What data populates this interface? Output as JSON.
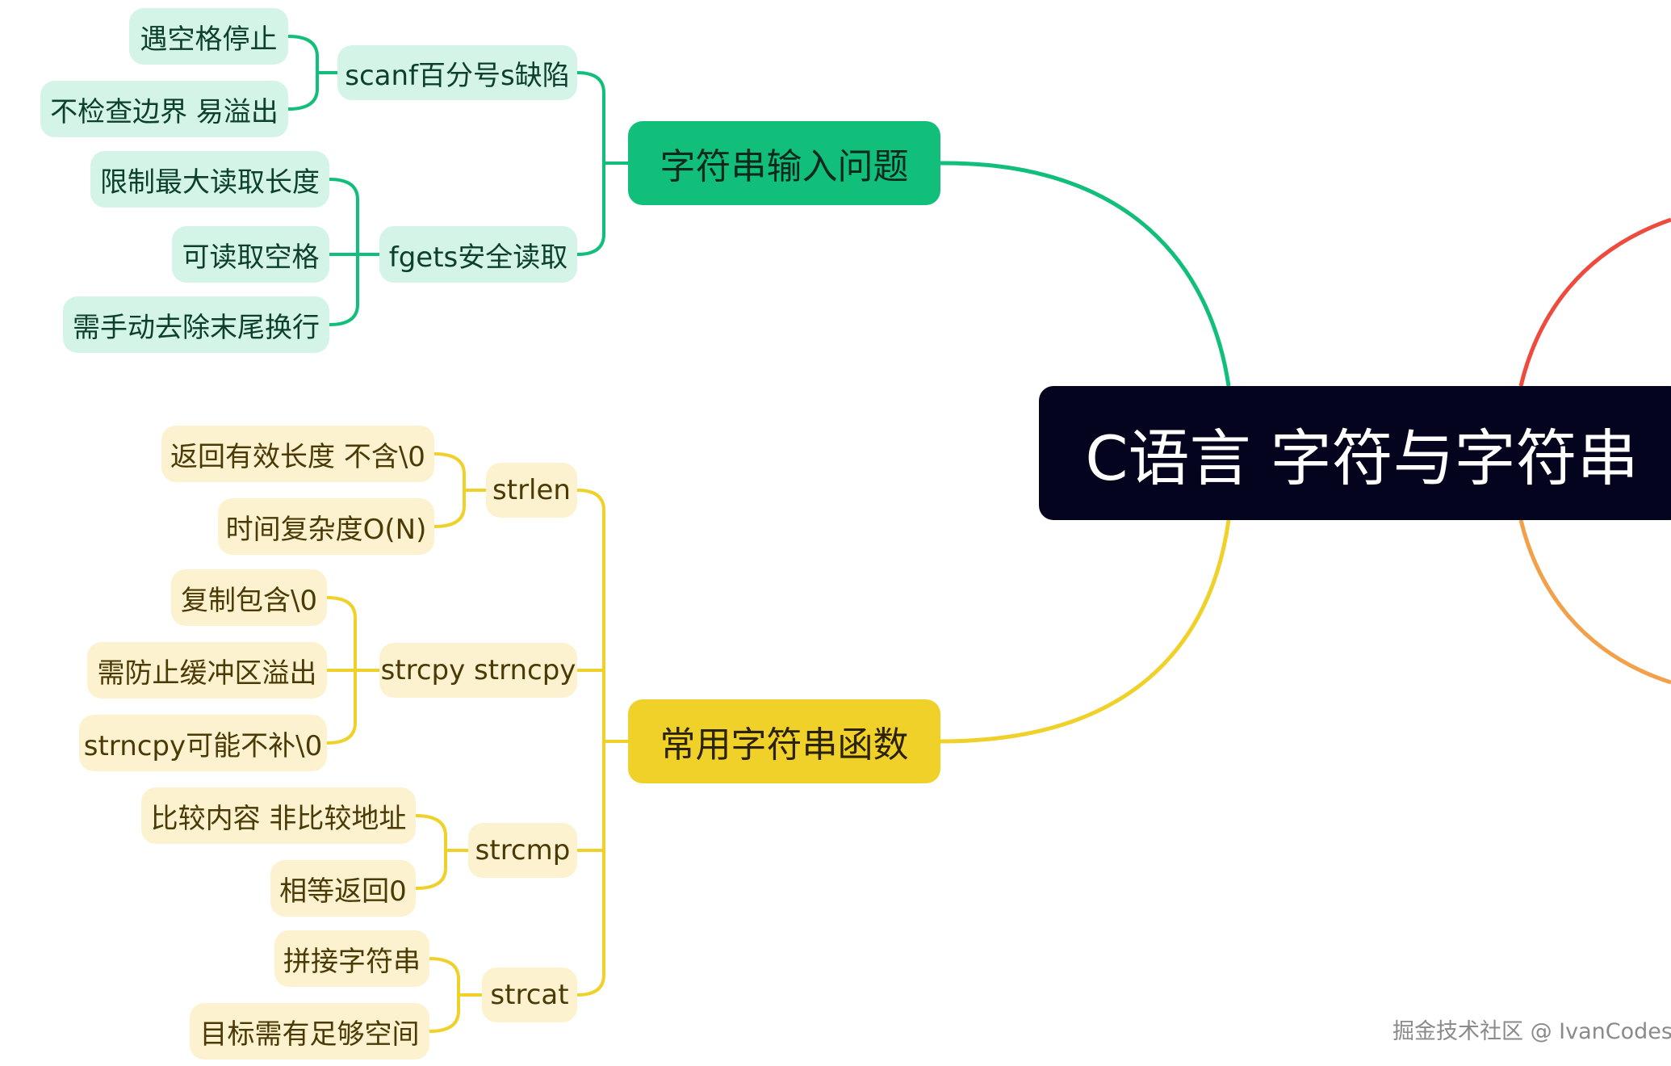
{
  "root": {
    "label": "C语言 字符与字符串"
  },
  "branches": [
    {
      "label": "字符串输入问题",
      "color": "#11bf7b",
      "subs": [
        {
          "label": "scanf百分号s缺陷",
          "leaves": [
            "遇空格停止",
            "不检查边界 易溢出"
          ]
        },
        {
          "label": "fgets安全读取",
          "leaves": [
            "限制最大读取长度",
            "可读取空格",
            "需手动去除末尾换行"
          ]
        }
      ]
    },
    {
      "label": "常用字符串函数",
      "color": "#f0d12a",
      "subs": [
        {
          "label": "strlen",
          "leaves": [
            "返回有效长度 不含\\0",
            "时间复杂度O(N)"
          ]
        },
        {
          "label": "strcpy strncpy",
          "leaves": [
            "复制包含\\0",
            "需防止缓冲区溢出",
            "strncpy可能不补\\0"
          ]
        },
        {
          "label": "strcmp",
          "leaves": [
            "比较内容 非比较地址",
            "相等返回0"
          ]
        },
        {
          "label": "strcat",
          "leaves": [
            "拼接字符串",
            "目标需有足够空间"
          ]
        }
      ]
    }
  ],
  "offscreen_branch_colors": [
    "#ee4b3e",
    "#f2a14a"
  ],
  "watermark": "掘金技术社区 @ IvanCodes"
}
